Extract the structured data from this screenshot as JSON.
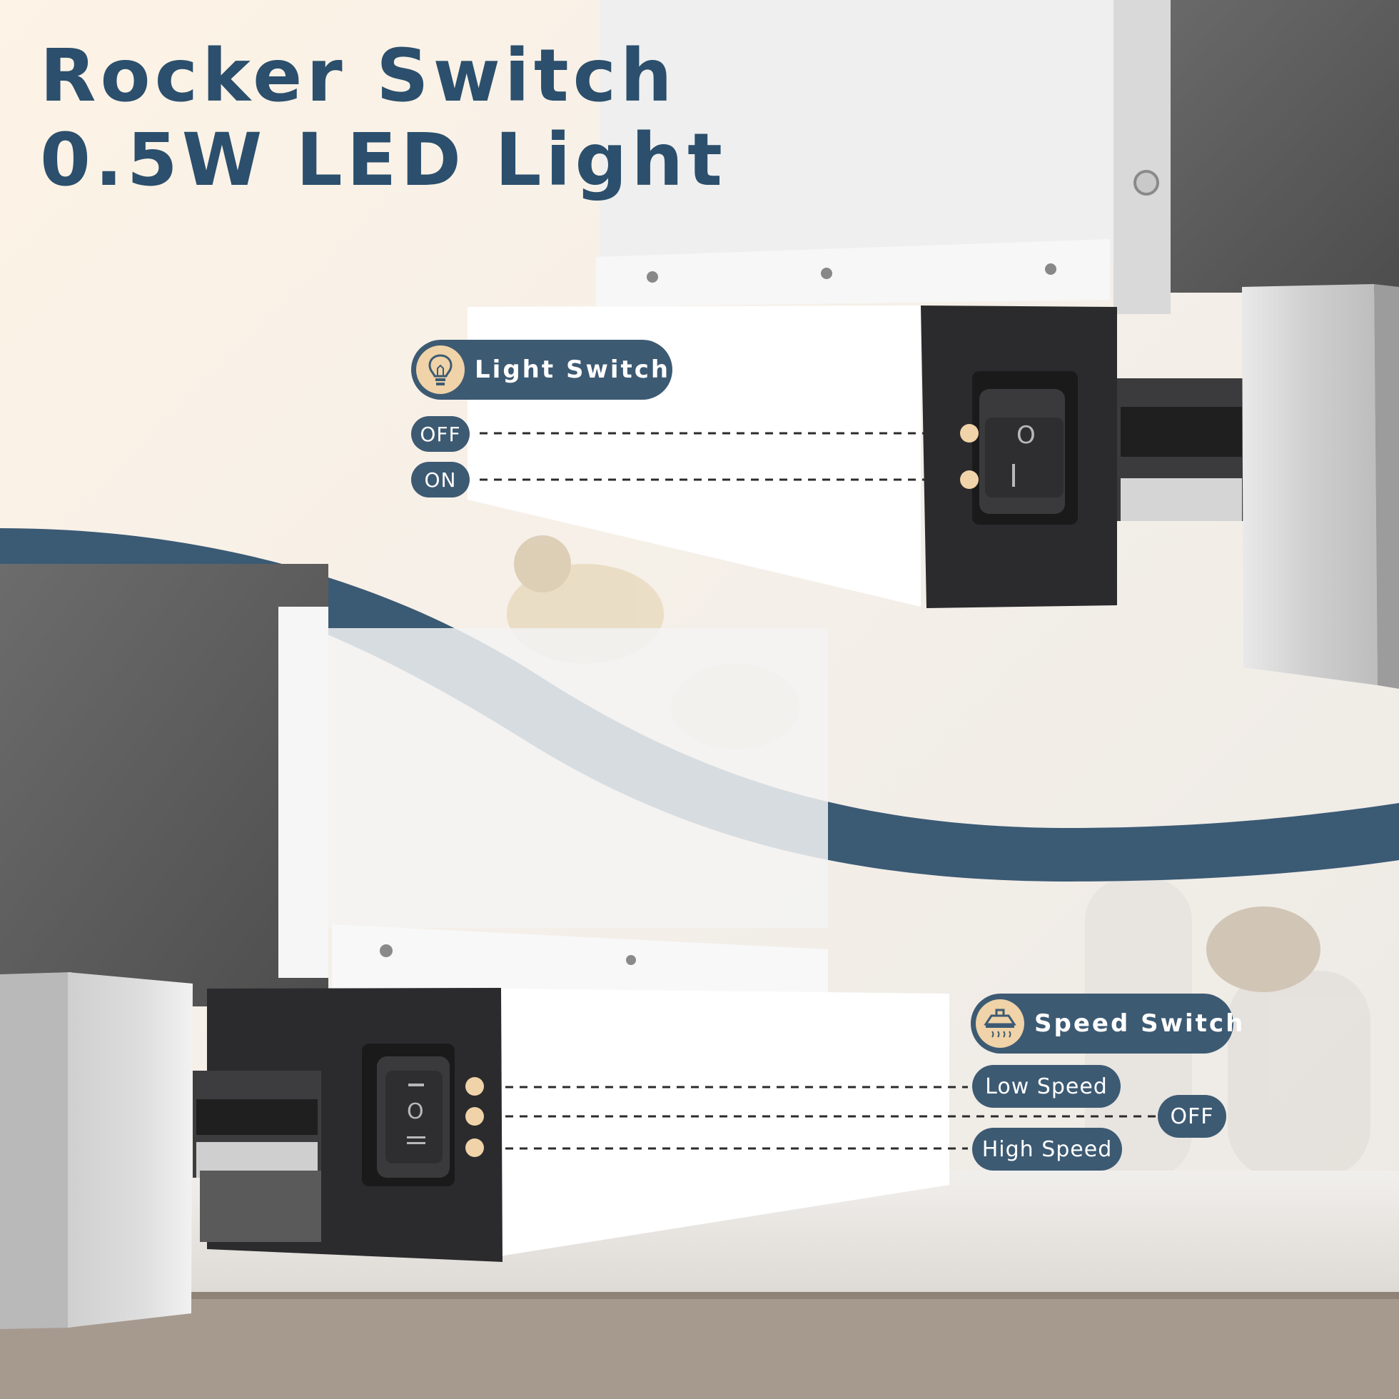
{
  "headline": {
    "line1": "Rocker Switch",
    "line2": "0.5W LED Light"
  },
  "light_switch": {
    "title": "Light Switch",
    "icon": "lightbulb-icon",
    "states": [
      "OFF",
      "ON"
    ]
  },
  "speed_switch": {
    "title": "Speed Switch",
    "icon": "range-hood-icon",
    "states": {
      "low": "Low Speed",
      "off": "OFF",
      "high": "High Speed"
    }
  },
  "colors": {
    "brand_navy": "#3d5a73",
    "headline_navy": "#2b4f6c",
    "accent_beige": "#f0d3a8",
    "panel_black": "#2b2b2d"
  }
}
